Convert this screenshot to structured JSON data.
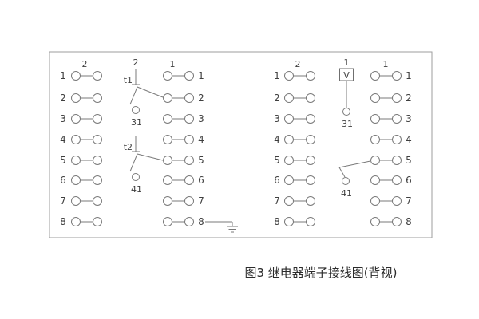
{
  "caption": "图3 继电器端子接线图(背视)",
  "terminals": [
    "1",
    "2",
    "3",
    "4",
    "5",
    "6",
    "7",
    "8"
  ],
  "marks": {
    "groupA_top": "2",
    "groupB_top": "1",
    "groupC_top": "2",
    "groupD_top": "1",
    "left_terminal_top": "2",
    "t1": "t1",
    "left_31": "31",
    "t2": "t2",
    "left_41": "41",
    "right_terminal_top": "1",
    "voltmeter": "V",
    "right_31": "31",
    "right_41": "41"
  }
}
